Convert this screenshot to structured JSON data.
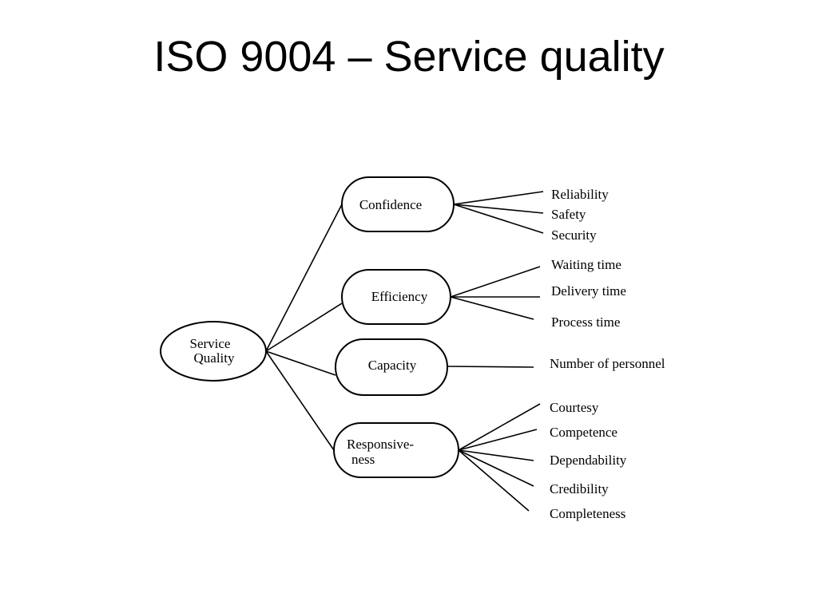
{
  "title": "ISO 9004 – Service quality",
  "root": {
    "lines": [
      "Service",
      "Quality"
    ]
  },
  "categories": [
    {
      "id": "confidence",
      "lines": [
        "Confidence"
      ],
      "items": [
        "Reliability",
        "Safety",
        "Security"
      ]
    },
    {
      "id": "efficiency",
      "lines": [
        "Efficiency"
      ],
      "items": [
        "Waiting time",
        "Delivery time",
        "Process time"
      ]
    },
    {
      "id": "capacity",
      "lines": [
        "Capacity"
      ],
      "items": [
        "Number of personnel"
      ]
    },
    {
      "id": "responsiveness",
      "lines": [
        "Responsive-",
        "ness"
      ],
      "items": [
        "Courtesy",
        "Competence",
        "Dependability",
        "Credibility",
        "Completeness"
      ]
    }
  ]
}
